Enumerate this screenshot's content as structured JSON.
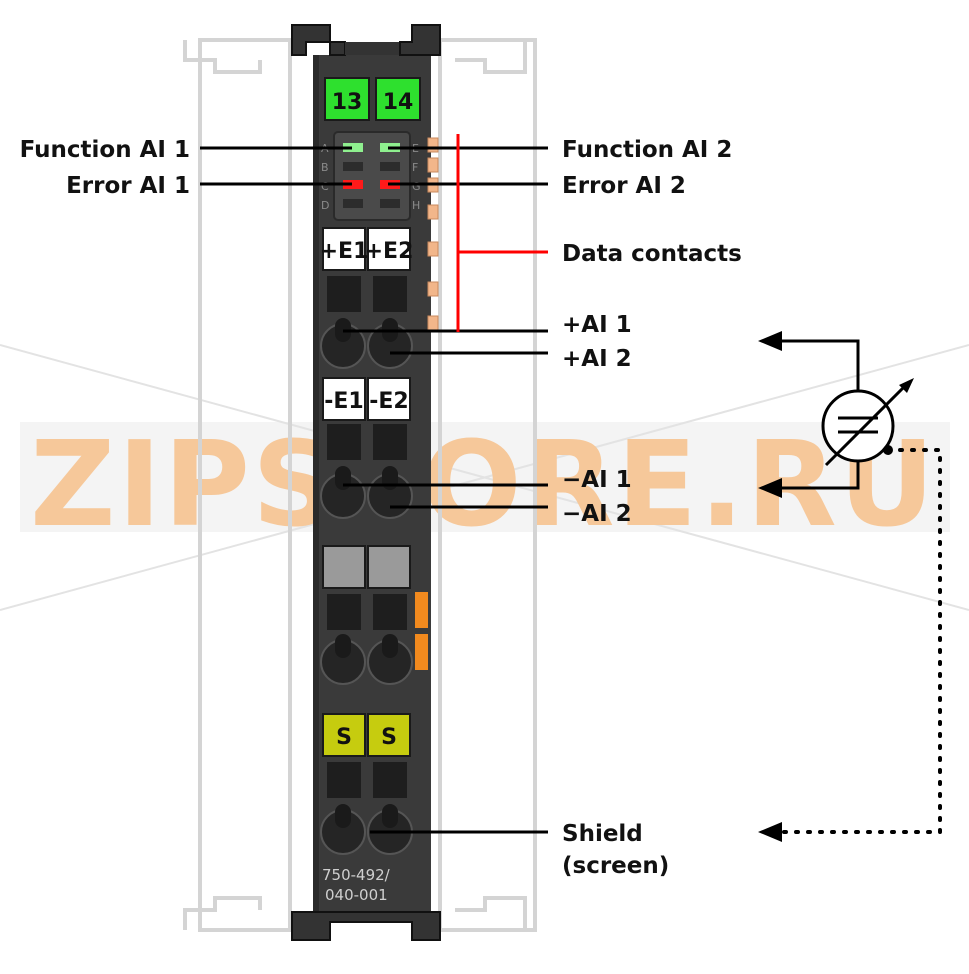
{
  "module": {
    "model_line1": "750-492/",
    "model_line2": "040-001",
    "top_tabs": [
      "13",
      "14"
    ],
    "top_tab_color": "#2ee02e",
    "led_letters_left": [
      "A",
      "B",
      "C",
      "D"
    ],
    "led_letters_right": [
      "E",
      "F",
      "G",
      "H"
    ],
    "plus_labels": [
      "+E1",
      "+E2"
    ],
    "minus_labels": [
      "-E1",
      "-E2"
    ],
    "shield_labels": [
      "S",
      "S"
    ],
    "shield_color": "#c6cc0f",
    "body_color": "#3a3a3a",
    "contact_color": "#f2b68a"
  },
  "labels": {
    "function_ai1": "Function AI 1",
    "error_ai1": "Error AI 1",
    "function_ai2": "Function AI 2",
    "error_ai2": "Error AI 2",
    "data_contacts": "Data contacts",
    "plus_ai1": "+AI 1",
    "plus_ai2": "+AI 2",
    "minus_ai1": "−AI 1",
    "minus_ai2": "−AI 2",
    "shield_line1": "Shield",
    "shield_line2": "(screen)"
  },
  "watermark": "ZIPSTORE.RU",
  "colors": {
    "led_green": "#8ff08f",
    "led_red": "#ff1a1a",
    "data_line": "#ff0000"
  }
}
